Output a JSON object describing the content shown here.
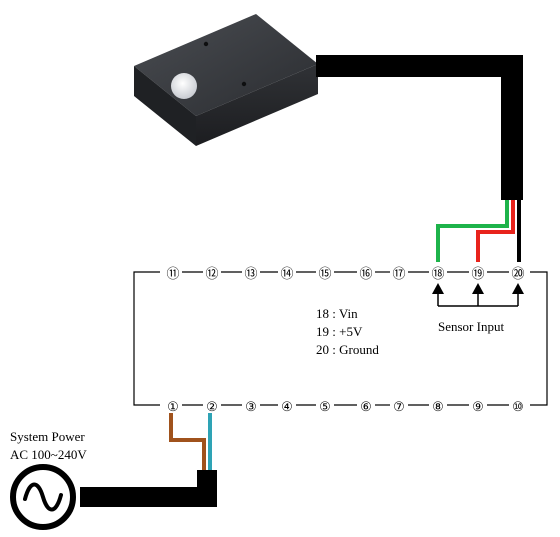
{
  "terminals_top": [
    "⑪",
    "⑫",
    "⑬",
    "⑭",
    "⑮",
    "⑯",
    "⑰",
    "⑱",
    "⑲",
    "⑳"
  ],
  "terminals_bottom": [
    "①",
    "②",
    "③",
    "④",
    "⑤",
    "⑥",
    "⑦",
    "⑧",
    "⑨",
    "⑩"
  ],
  "pin_legend": [
    "18 : Vin",
    "19 : +5V",
    "20 : Ground"
  ],
  "sensor_input_label": "Sensor Input",
  "power": {
    "line1": "System Power",
    "line2": "AC 100~240V"
  },
  "colors": {
    "wire_green": "#1db34a",
    "wire_red": "#e8231c",
    "wire_black": "#000000",
    "wire_brown": "#a0521c",
    "wire_blue": "#2ea3b5",
    "sensor_body": "#2b2e33"
  }
}
